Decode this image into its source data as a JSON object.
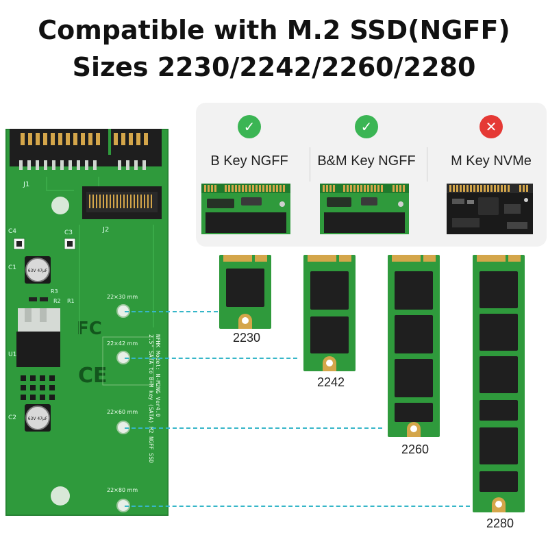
{
  "header": {
    "line1": "Compatible with M.2 SSD(NGFF)",
    "line2": "Sizes 2230/2242/2260/2280"
  },
  "colors": {
    "pcb_green": "#2f9a3c",
    "pcb_dark": "#1f7a2c",
    "gold": "#d4a64a",
    "check": "#3bb554",
    "cross": "#e53935",
    "leader": "#36b6c8"
  },
  "compatibility": [
    {
      "label": "B Key NGFF",
      "status": "supported",
      "icon": "check-icon"
    },
    {
      "label": "B&M Key NGFF",
      "status": "supported",
      "icon": "check-icon"
    },
    {
      "label": "M Key NVMe",
      "status": "not-supported",
      "icon": "cross-icon"
    }
  ],
  "board": {
    "marks": {
      "mm30": "22×30 mm",
      "mm42": "22×42 mm",
      "mm60": "22×60 mm",
      "mm80": "22×80 mm"
    },
    "silk": {
      "model": "NFHK Model: N-M2NG Ver4.0",
      "desc1": "2.5\" SATA to B+M key (SATA) M2 NGFF SSD",
      "j1": "J1",
      "j2": "J2",
      "c1": "C1",
      "c2": "C2",
      "c3": "C3",
      "c4": "C4",
      "u1": "U1",
      "r3": "R3",
      "r2": "R2",
      "r1": "R1",
      "fc": "FC",
      "ce": "CE",
      "cap1": "63V 47μF",
      "cap2": "63V 47μF"
    }
  },
  "sizes": [
    {
      "label": "2230"
    },
    {
      "label": "2242"
    },
    {
      "label": "2260"
    },
    {
      "label": "2280"
    }
  ]
}
